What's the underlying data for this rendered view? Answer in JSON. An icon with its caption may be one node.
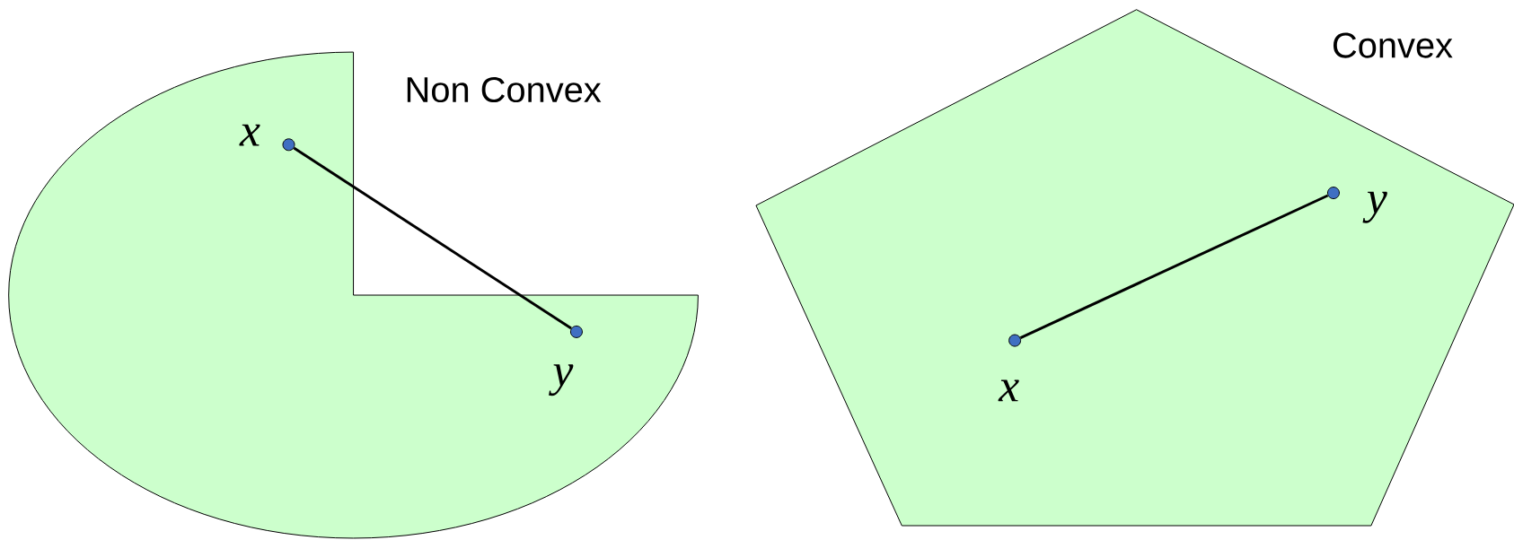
{
  "diagram": {
    "nodes": [
      {
        "text": [
          "Non Convex"
        ]
      },
      {
        "text": [],
        "shape": "circle",
        "beside": [
          "x"
        ],
        "in": 0
      },
      {
        "text": [],
        "shape": "circle",
        "beside": [
          "y"
        ],
        "in": 0
      },
      {
        "text": [
          "Convex"
        ]
      },
      {
        "text": [],
        "shape": "circle",
        "beside": [
          "x"
        ],
        "in": 3
      },
      {
        "text": [],
        "shape": "circle",
        "beside": [
          "y"
        ],
        "in": 3
      }
    ],
    "edges": [
      {
        "from": 1,
        "to": 2,
        "arrow": "none"
      },
      {
        "from": 4,
        "to": 5,
        "arrow": "none"
      }
    ]
  }
}
